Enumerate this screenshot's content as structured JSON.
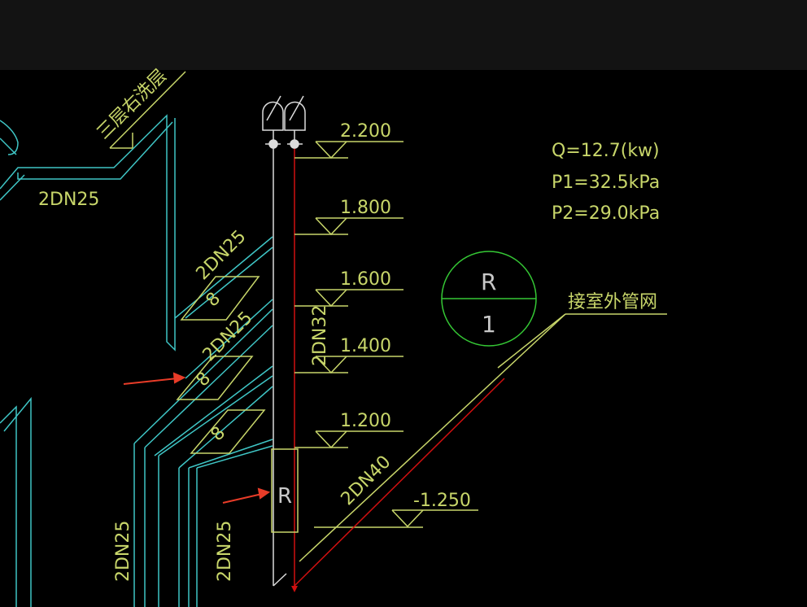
{
  "colors": {
    "background": "#000000",
    "toolbar": "#131313",
    "supply_pipe": "#dcdcdc",
    "return_pipe": "#d01010",
    "pipe_cyan": "#3fc6c6",
    "dim_line": "#c8d66a",
    "text": "#c8d66a",
    "circle": "#35c835",
    "arrow": "#e83c28"
  },
  "labels": {
    "floor_note": "三层右洗层",
    "outdoor_network": "接室外管网",
    "supply_dn32": "2DN32",
    "main_dn40": "2DN40",
    "branch_top": "2DN25",
    "branch_1": "2DN25",
    "branch_2": "2DN25",
    "bottom_left_1": "2DN25",
    "bottom_left_2": "2DN25",
    "heater_symbol": "R",
    "valve_symbol_1": "8",
    "valve_symbol_2": "8",
    "valve_symbol_3": "8"
  },
  "elevations": [
    "2.200",
    "1.800",
    "1.600",
    "1.400",
    "1.200",
    "-1.250"
  ],
  "params": {
    "q": "Q=12.7(kw)",
    "p1": "P1=32.5kPa",
    "p2": "P2=29.0kPa"
  },
  "circle_marker": {
    "top": "R",
    "bottom": "1"
  }
}
